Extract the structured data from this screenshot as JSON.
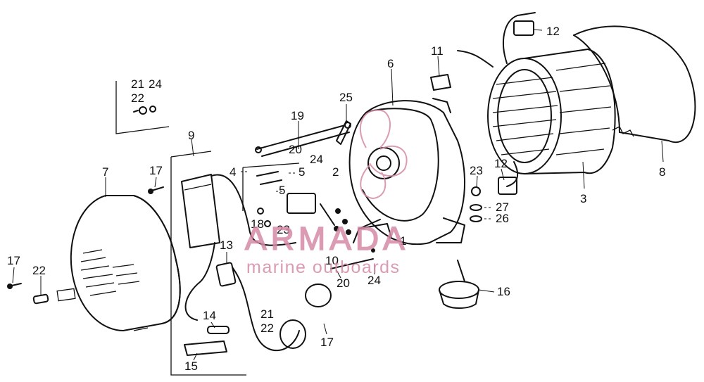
{
  "watermark": {
    "brand": "ARMADA",
    "tagline": "marine outboards",
    "color": "#d48aa6"
  },
  "callouts": {
    "c1": "1",
    "c2": "2",
    "c3": "3",
    "c4": "4",
    "c5a": "5",
    "c5b": "5",
    "c6": "6",
    "c7": "7",
    "c8": "8",
    "c9": "9",
    "c10": "10",
    "c11": "11",
    "c12a": "12",
    "c12b": "12",
    "c13": "13",
    "c14": "14",
    "c15": "15",
    "c16": "16",
    "c17a": "17",
    "c17b": "17",
    "c17c": "17",
    "c18": "18",
    "c19": "19",
    "c20a": "20",
    "c20b": "20",
    "c21a": "21",
    "c21b": "21",
    "c22a": "22",
    "c22b": "22",
    "c22c": "22",
    "c23a": "23",
    "c23b": "23",
    "c24a": "24",
    "c24b": "24",
    "c24c": "24",
    "c25": "25",
    "c26": "26",
    "c27": "27"
  }
}
